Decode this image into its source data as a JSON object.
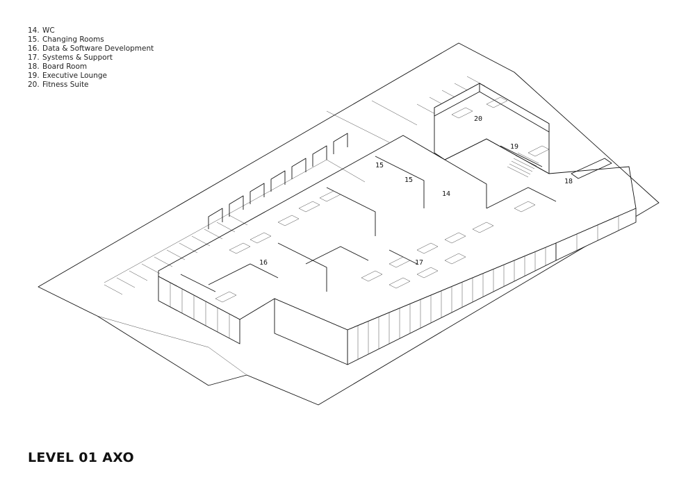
{
  "legend": [
    {
      "num": "14.",
      "label": "WC"
    },
    {
      "num": "15.",
      "label": "Changing Rooms"
    },
    {
      "num": "16.",
      "label": "Data & Software Development"
    },
    {
      "num": "17.",
      "label": "Systems & Support"
    },
    {
      "num": "18.",
      "label": "Board Room"
    },
    {
      "num": "19.",
      "label": "Executive Lounge"
    },
    {
      "num": "20.",
      "label": "Fitness Suite"
    }
  ],
  "room_labels": [
    "14",
    "15",
    "15",
    "16",
    "17",
    "18",
    "19",
    "20"
  ],
  "title": "LEVEL 01 AXO"
}
